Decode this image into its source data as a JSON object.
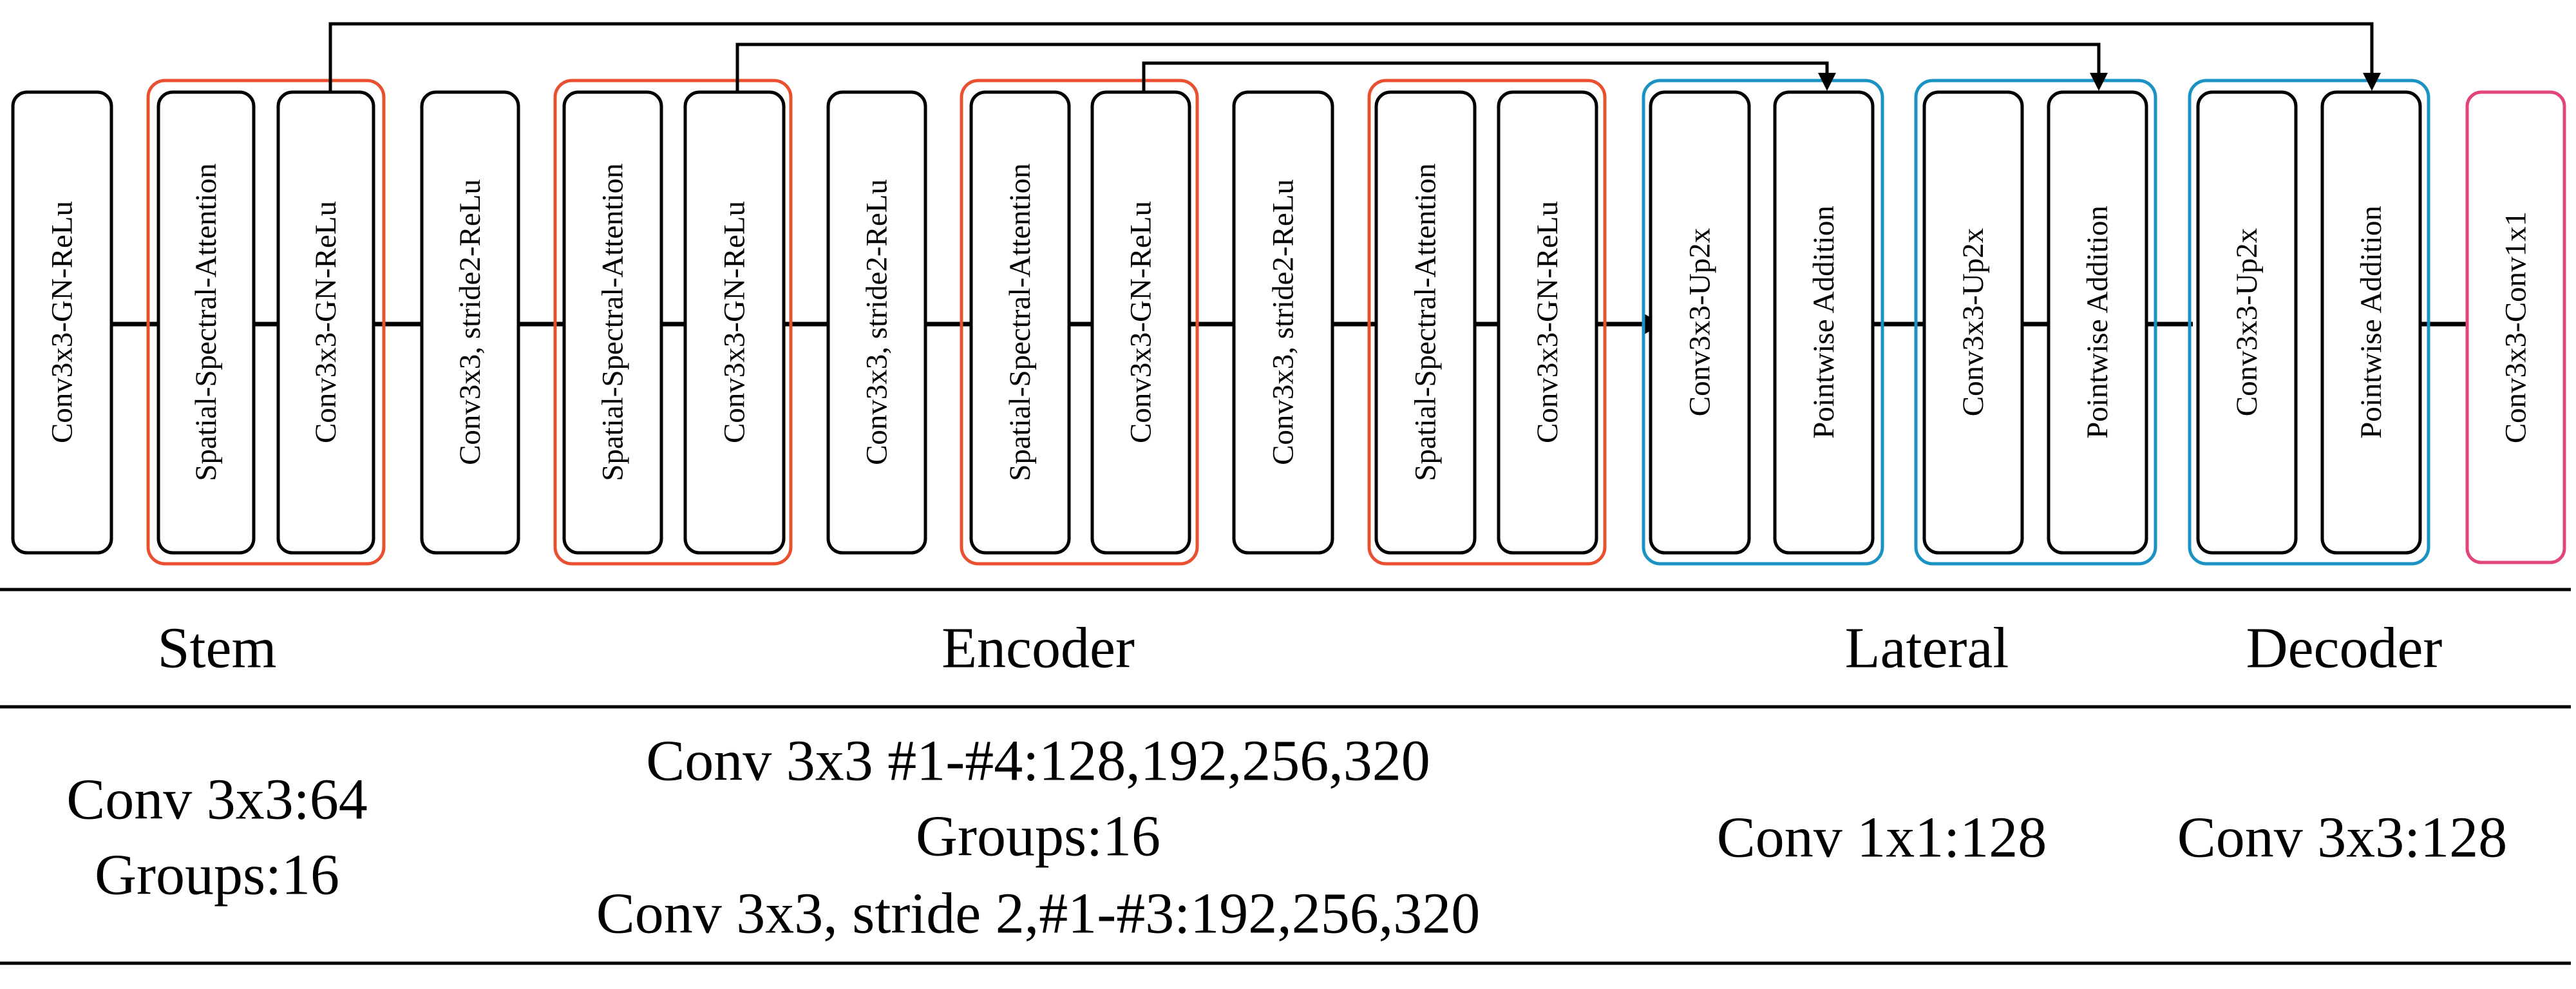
{
  "colors": {
    "attention_group": "#e8502f",
    "decoder_group": "#1a93c2",
    "output_group": "#e2457c",
    "block_stroke": "#000000"
  },
  "blocks": {
    "stem_conv": "Conv3x3-GN-ReLu",
    "ssa_1": "Spatial-Spectral-Attention",
    "gn_1": "Conv3x3-GN-ReLu",
    "stride_1": "Conv3x3, stride2-ReLu",
    "ssa_2": "Spatial-Spectral-Attention",
    "gn_2": "Conv3x3-GN-ReLu",
    "stride_2": "Conv3x3, stride2-ReLu",
    "ssa_3": "Spatial-Spectral-Attention",
    "gn_3": "Conv3x3-GN-ReLu",
    "stride_3": "Conv3x3, stride2-ReLu",
    "ssa_4": "Spatial-Spectral-Attention",
    "gn_4": "Conv3x3-GN-ReLu",
    "up_1": "Conv3x3-Up2x",
    "add_1": "Pointwise Addition",
    "up_2": "Conv3x3-Up2x",
    "add_2": "Pointwise Addition",
    "up_3": "Conv3x3-Up2x",
    "add_3": "Pointwise Addition",
    "out_conv": "Conv3x3-Conv1x1"
  },
  "table": {
    "headers": {
      "stem": "Stem",
      "encoder": "Encoder",
      "lateral": "Lateral",
      "decoder": "Decoder"
    },
    "stem": [
      "Conv 3x3:64",
      "Groups:16"
    ],
    "encoder": [
      "Conv 3x3 #1-#4:128,192,256,320",
      "Groups:16",
      "Conv 3x3, stride 2,#1-#3:192,256,320"
    ],
    "lateral": [
      "Conv 1x1:128"
    ],
    "decoder": [
      "Conv 3x3:128"
    ]
  }
}
